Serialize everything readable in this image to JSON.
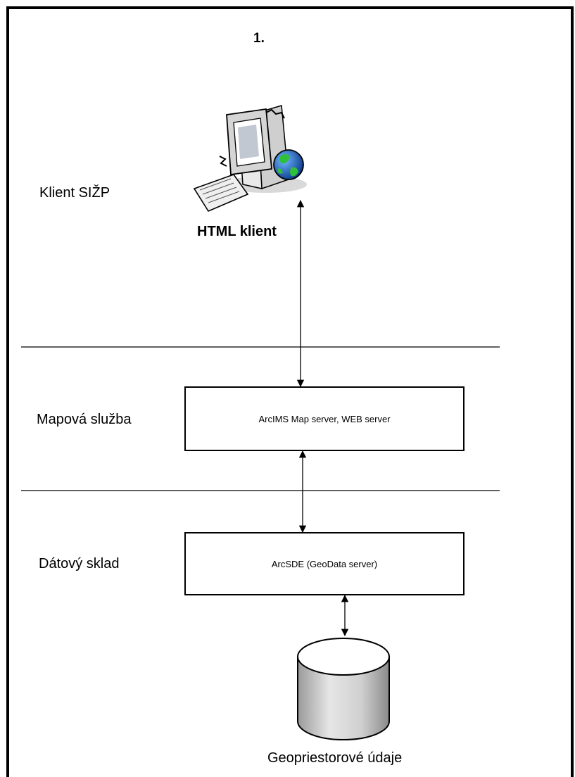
{
  "diagram": {
    "title": "1.",
    "layers": {
      "client": "Klient SIŽP",
      "service": "Mapová služba",
      "storage": "Dátový sklad"
    },
    "nodes": {
      "client_caption": "HTML klient",
      "map_server": "ArcIMS Map server, WEB server",
      "geodata_server": "ArcSDE (GeoData server)",
      "database_caption": "Geopriestorové údaje"
    },
    "icons": {
      "client": "computer-with-globe-icon",
      "database": "database-cylinder-icon"
    }
  }
}
